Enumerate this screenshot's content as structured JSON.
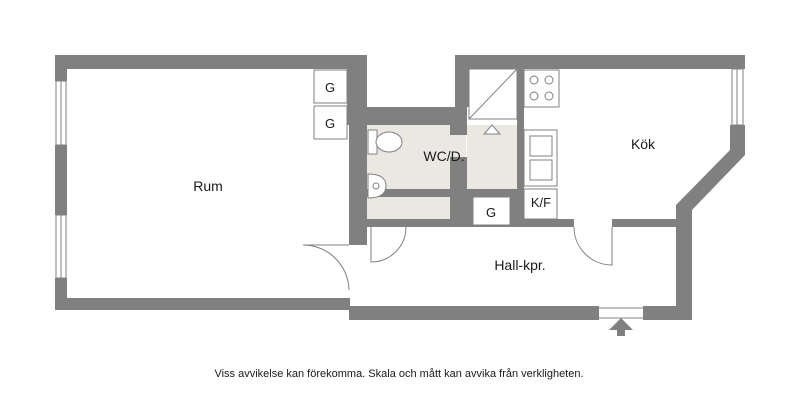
{
  "plan": {
    "rooms": {
      "rum": "Rum",
      "wc": "WC/D.",
      "kok": "Kök",
      "hall": "Hall-kpr."
    },
    "closets": {
      "g1": "G",
      "g2": "G",
      "g3": "G",
      "kf": "K/F"
    }
  },
  "footer": {
    "disclaimer": "Viss avvikelse kan förekomma. Skala och mått kan avvika från verkligheten."
  },
  "colors": {
    "wall": "#808080",
    "bathroom_floor": "#ebe8e2",
    "text": "#1a1a1a"
  }
}
